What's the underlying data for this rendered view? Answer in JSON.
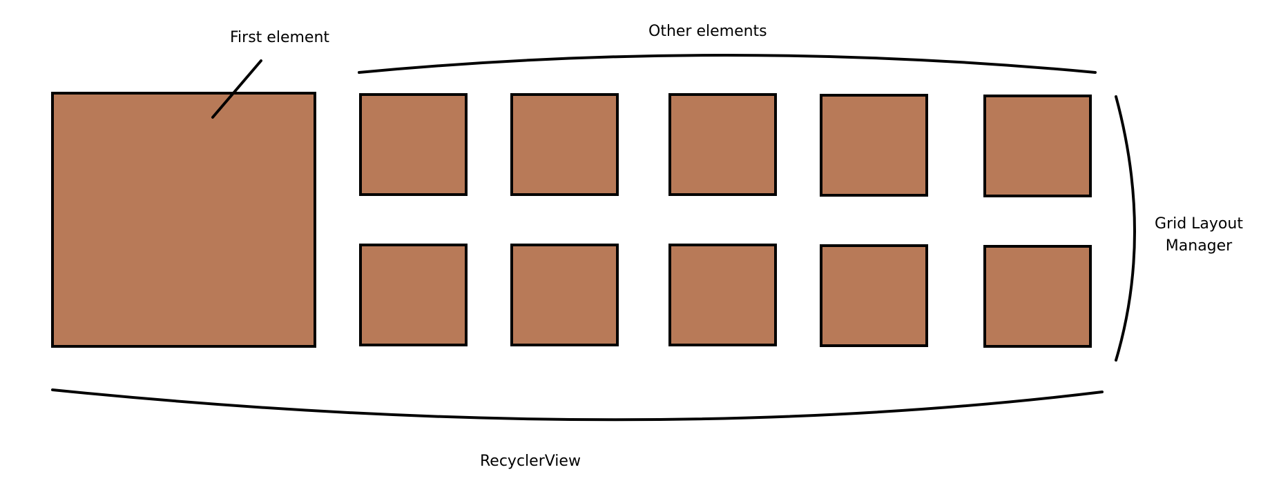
{
  "labels": {
    "first_element": "First element",
    "other_elements": "Other elements",
    "grid_layout_manager_line1": "Grid Layout",
    "grid_layout_manager_line2": "Manager",
    "recycler_view": "RecyclerView"
  },
  "colors": {
    "tile_fill": "#b87a58",
    "outline": "#000000",
    "background": "#ffffff"
  }
}
